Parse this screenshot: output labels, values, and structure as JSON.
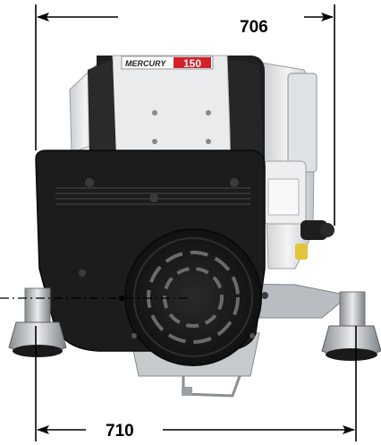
{
  "dimensions": {
    "top_width": "706",
    "bottom_width": "710"
  },
  "engine": {
    "brand": "MERCURY",
    "model": "150"
  },
  "colors": {
    "engine_cover": "#1c1c1c",
    "engine_white": "#e6e8ea",
    "brand_red": "#d4202a",
    "dimension_lines": "#000000"
  }
}
